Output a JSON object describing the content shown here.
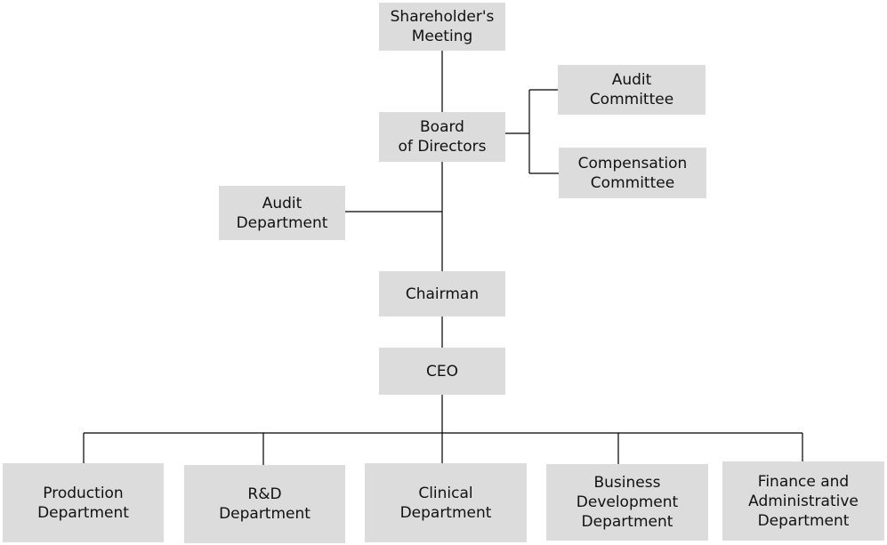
{
  "colors": {
    "box_fill": "#dcdcdc",
    "connector": "#000000",
    "text": "#111111"
  },
  "nodes": {
    "shareholders_meeting": "Shareholder's\nMeeting",
    "board_of_directors": "Board\nof  Directors",
    "audit_committee": "Audit\nCommittee",
    "compensation_committee": "Compensation\nCommittee",
    "audit_department": "Audit\nDepartment",
    "chairman": "Chairman",
    "ceo": "CEO",
    "production_department": "Production\nDepartment",
    "rd_department": "R&D\nDepartment",
    "clinical_department": "Clinical\nDepartment",
    "business_development_department": "Business\nDevelopment\nDepartment",
    "finance_admin_department": "Finance and\nAdministrative\nDepartment"
  },
  "edges": [
    [
      "shareholders_meeting",
      "board_of_directors"
    ],
    [
      "board_of_directors",
      "audit_committee"
    ],
    [
      "board_of_directors",
      "compensation_committee"
    ],
    [
      "board_of_directors",
      "audit_department"
    ],
    [
      "board_of_directors",
      "chairman"
    ],
    [
      "chairman",
      "ceo"
    ],
    [
      "ceo",
      "production_department"
    ],
    [
      "ceo",
      "rd_department"
    ],
    [
      "ceo",
      "clinical_department"
    ],
    [
      "ceo",
      "business_development_department"
    ],
    [
      "ceo",
      "finance_admin_department"
    ]
  ]
}
